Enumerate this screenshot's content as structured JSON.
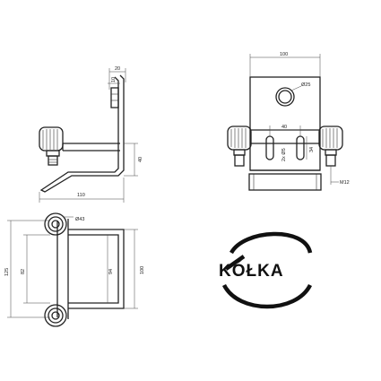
{
  "side_view": {
    "dims": {
      "top_width": "20",
      "flange": "10",
      "height": "40",
      "depth": "110"
    }
  },
  "front_view": {
    "dims": {
      "width": "100",
      "hole_dia": "Ø25",
      "slot_spacing": "40",
      "slots": "2x Ø5",
      "slot_len": "34",
      "bolt": "M12"
    }
  },
  "plan_view": {
    "dims": {
      "wheel_dia": "Ø43",
      "overall": "125",
      "wheel_span": "82",
      "inner": "94",
      "outer": "100"
    }
  },
  "logo": {
    "text": "KÓŁKA"
  }
}
